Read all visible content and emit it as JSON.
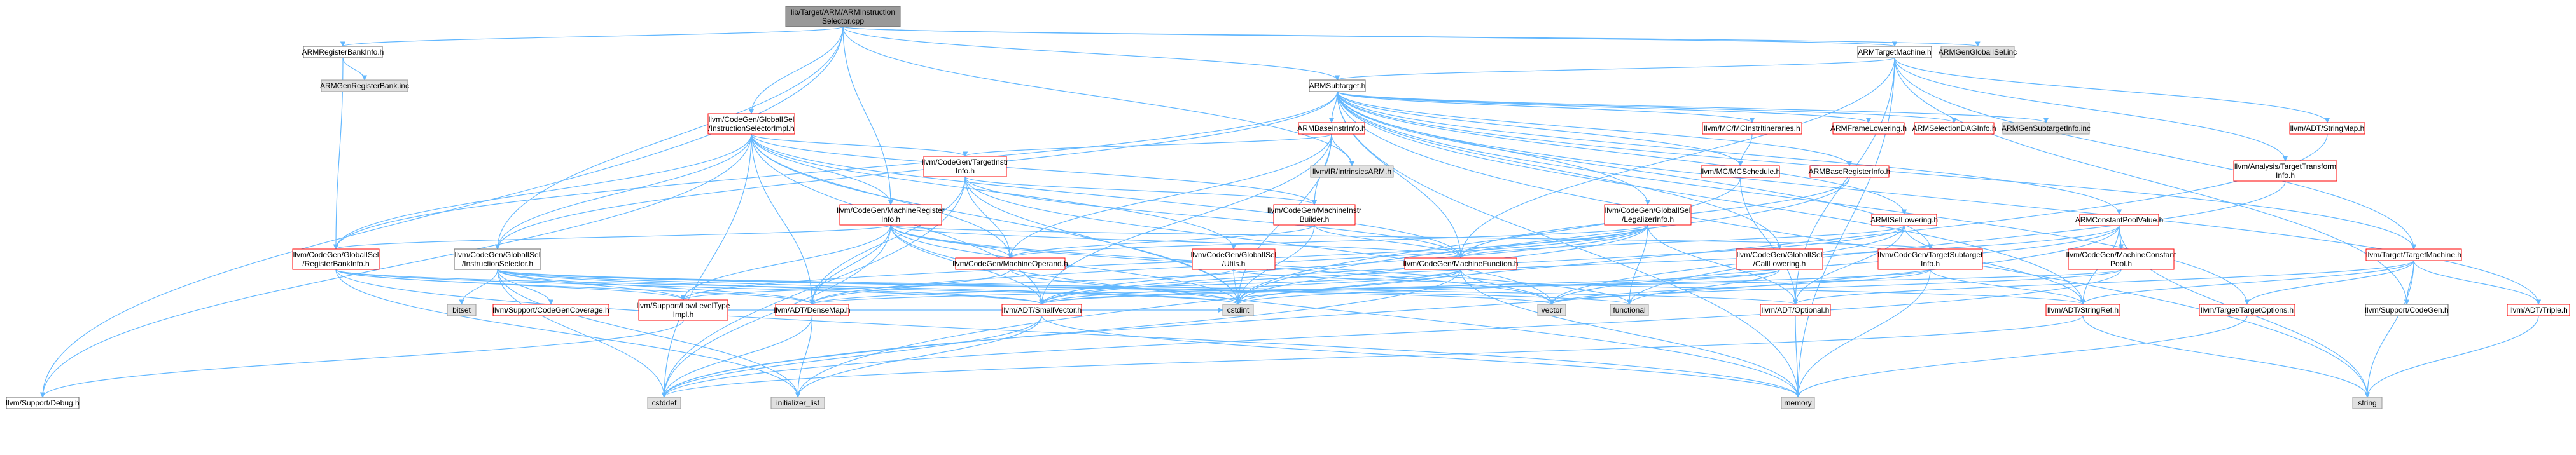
{
  "colors": {
    "edge": "#63b8ff",
    "root_fill": "#999999",
    "existing_border": "#666666",
    "incomplete_border": "#ff0000",
    "missing_fill": "#e0e0e0"
  },
  "nodes": [
    {
      "id": "root",
      "lines": [
        "lib/Target/ARM/ARMInstruction",
        "Selector.cpp"
      ],
      "style": "root"
    },
    {
      "id": "ARMRegisterBankInfo_h",
      "lines": [
        "ARMRegisterBankInfo.h"
      ],
      "style": "black"
    },
    {
      "id": "ARMGenRegisterBank_inc",
      "lines": [
        "ARMGenRegisterBank.inc"
      ],
      "style": "gray"
    },
    {
      "id": "ARMSubtarget_h",
      "lines": [
        "ARMSubtarget.h"
      ],
      "style": "black"
    },
    {
      "id": "ARMTargetMachine_h",
      "lines": [
        "ARMTargetMachine.h"
      ],
      "style": "black"
    },
    {
      "id": "ARMGenGlobalISel_inc",
      "lines": [
        "ARMGenGlobalISel.inc"
      ],
      "style": "gray"
    },
    {
      "id": "InstructionSelectorImpl_h",
      "lines": [
        "llvm/CodeGen/GlobalISel",
        "/InstructionSelectorImpl.h"
      ],
      "style": "red"
    },
    {
      "id": "ARMBaseInstrInfo_h",
      "lines": [
        "ARMBaseInstrInfo.h"
      ],
      "style": "red"
    },
    {
      "id": "TargetInstrInfo_h",
      "lines": [
        "llvm/CodeGen/TargetInstr",
        "Info.h"
      ],
      "style": "red"
    },
    {
      "id": "IntrinsicsARM_h",
      "lines": [
        "llvm/IR/IntrinsicsARM.h"
      ],
      "style": "gray"
    },
    {
      "id": "MCInstrItineraries_h",
      "lines": [
        "llvm/MC/MCInstrItineraries.h"
      ],
      "style": "red"
    },
    {
      "id": "ARMFrameLowering_h",
      "lines": [
        "ARMFrameLowering.h"
      ],
      "style": "red"
    },
    {
      "id": "ARMSelectionDAGInfo_h",
      "lines": [
        "ARMSelectionDAGInfo.h"
      ],
      "style": "red"
    },
    {
      "id": "ARMGenSubtargetInfo_inc",
      "lines": [
        "ARMGenSubtargetInfo.inc"
      ],
      "style": "gray"
    },
    {
      "id": "StringMap_h",
      "lines": [
        "llvm/ADT/StringMap.h"
      ],
      "style": "red"
    },
    {
      "id": "MCSchedule_h",
      "lines": [
        "llvm/MC/MCSchedule.h"
      ],
      "style": "red"
    },
    {
      "id": "ARMBaseRegisterInfo_h",
      "lines": [
        "ARMBaseRegisterInfo.h"
      ],
      "style": "red"
    },
    {
      "id": "AnalysisTTI_h",
      "lines": [
        "llvm/Analysis/TargetTransform",
        "Info.h"
      ],
      "style": "red"
    },
    {
      "id": "MachineRegisterInfo_h",
      "lines": [
        "llvm/CodeGen/MachineRegister",
        "Info.h"
      ],
      "style": "red"
    },
    {
      "id": "MachineInstrBuilder_h",
      "lines": [
        "llvm/CodeGen/MachineInstr",
        "Builder.h"
      ],
      "style": "red"
    },
    {
      "id": "LegalizerInfo_h",
      "lines": [
        "llvm/CodeGen/GlobalISel",
        "/LegalizerInfo.h"
      ],
      "style": "red"
    },
    {
      "id": "ARMISelLowering_h",
      "lines": [
        "ARMISelLowering.h"
      ],
      "style": "red"
    },
    {
      "id": "ARMConstantPoolValue_h",
      "lines": [
        "ARMConstantPoolValue.h"
      ],
      "style": "red"
    },
    {
      "id": "TargetMachine_h",
      "lines": [
        "llvm/Target/TargetMachine.h"
      ],
      "style": "red"
    },
    {
      "id": "RegisterBankInfo_h",
      "lines": [
        "llvm/CodeGen/GlobalISel",
        "/RegisterBankInfo.h"
      ],
      "style": "red"
    },
    {
      "id": "InstructionSelector_h",
      "lines": [
        "llvm/CodeGen/GlobalISel",
        "/InstructionSelector.h"
      ],
      "style": "black"
    },
    {
      "id": "MachineOperand_h",
      "lines": [
        "llvm/CodeGen/MachineOperand.h"
      ],
      "style": "red"
    },
    {
      "id": "GISelUtils_h",
      "lines": [
        "llvm/CodeGen/GlobalISel",
        "/Utils.h"
      ],
      "style": "red"
    },
    {
      "id": "MachineFunction_h",
      "lines": [
        "llvm/CodeGen/MachineFunction.h"
      ],
      "style": "red"
    },
    {
      "id": "CallLowering_h",
      "lines": [
        "llvm/CodeGen/GlobalISel",
        "/CallLowering.h"
      ],
      "style": "red"
    },
    {
      "id": "TargetSubtargetInfo_h",
      "lines": [
        "llvm/CodeGen/TargetSubtarget",
        "Info.h"
      ],
      "style": "red"
    },
    {
      "id": "MachineConstantPool_h",
      "lines": [
        "llvm/CodeGen/MachineConstant",
        "Pool.h"
      ],
      "style": "red"
    },
    {
      "id": "bitset",
      "lines": [
        "bitset"
      ],
      "style": "gray"
    },
    {
      "id": "CodeGenCoverage_h",
      "lines": [
        "llvm/Support/CodeGenCoverage.h"
      ],
      "style": "red"
    },
    {
      "id": "LowLevelTypeImpl_h",
      "lines": [
        "llvm/Support/LowLevelType",
        "Impl.h"
      ],
      "style": "red"
    },
    {
      "id": "DenseMap_h",
      "lines": [
        "llvm/ADT/DenseMap.h"
      ],
      "style": "red"
    },
    {
      "id": "SmallVector_h",
      "lines": [
        "llvm/ADT/SmallVector.h"
      ],
      "style": "red"
    },
    {
      "id": "cstdint",
      "lines": [
        "cstdint"
      ],
      "style": "gray"
    },
    {
      "id": "vector",
      "lines": [
        "vector"
      ],
      "style": "gray"
    },
    {
      "id": "functional",
      "lines": [
        "functional"
      ],
      "style": "gray"
    },
    {
      "id": "Optional_h",
      "lines": [
        "llvm/ADT/Optional.h"
      ],
      "style": "red"
    },
    {
      "id": "StringRef_h",
      "lines": [
        "llvm/ADT/StringRef.h"
      ],
      "style": "red"
    },
    {
      "id": "TargetOptions_h",
      "lines": [
        "llvm/Target/TargetOptions.h"
      ],
      "style": "red"
    },
    {
      "id": "SupportCodeGen_h",
      "lines": [
        "llvm/Support/CodeGen.h"
      ],
      "style": "black"
    },
    {
      "id": "Triple_h",
      "lines": [
        "llvm/ADT/Triple.h"
      ],
      "style": "red"
    },
    {
      "id": "Debug_h",
      "lines": [
        "llvm/Support/Debug.h"
      ],
      "style": "black"
    },
    {
      "id": "cstddef",
      "lines": [
        "cstddef"
      ],
      "style": "gray"
    },
    {
      "id": "initializer_list",
      "lines": [
        "initializer_list"
      ],
      "style": "gray"
    },
    {
      "id": "memory",
      "lines": [
        "memory"
      ],
      "style": "gray"
    },
    {
      "id": "string",
      "lines": [
        "string"
      ],
      "style": "gray"
    }
  ],
  "edges": [
    [
      "root",
      "ARMRegisterBankInfo_h"
    ],
    [
      "root",
      "ARMSubtarget_h"
    ],
    [
      "root",
      "ARMTargetMachine_h"
    ],
    [
      "root",
      "ARMGenGlobalISel_inc"
    ],
    [
      "root",
      "InstructionSelectorImpl_h"
    ],
    [
      "root",
      "InstructionSelector_h"
    ],
    [
      "root",
      "MachineRegisterInfo_h"
    ],
    [
      "root",
      "IntrinsicsARM_h"
    ],
    [
      "root",
      "Debug_h"
    ],
    [
      "ARMRegisterBankInfo_h",
      "ARMGenRegisterBank_inc"
    ],
    [
      "ARMRegisterBankInfo_h",
      "RegisterBankInfo_h"
    ],
    [
      "ARMTargetMachine_h",
      "ARMSubtarget_h"
    ],
    [
      "ARMTargetMachine_h",
      "StringMap_h"
    ],
    [
      "ARMTargetMachine_h",
      "AnalysisTTI_h"
    ],
    [
      "ARMTargetMachine_h",
      "TargetMachine_h"
    ],
    [
      "ARMTargetMachine_h",
      "MachineFunction_h"
    ],
    [
      "ARMTargetMachine_h",
      "SupportCodeGen_h"
    ],
    [
      "ARMTargetMachine_h",
      "Optional_h"
    ],
    [
      "ARMTargetMachine_h",
      "memory"
    ],
    [
      "ARMSubtarget_h",
      "ARMBaseInstrInfo_h"
    ],
    [
      "ARMSubtarget_h",
      "MCInstrItineraries_h"
    ],
    [
      "ARMSubtarget_h",
      "ARMFrameLowering_h"
    ],
    [
      "ARMSubtarget_h",
      "ARMSelectionDAGInfo_h"
    ],
    [
      "ARMSubtarget_h",
      "ARMGenSubtargetInfo_inc"
    ],
    [
      "ARMSubtarget_h",
      "MCSchedule_h"
    ],
    [
      "ARMSubtarget_h",
      "ARMBaseRegisterInfo_h"
    ],
    [
      "ARMSubtarget_h",
      "ARMISelLowering_h"
    ],
    [
      "ARMSubtarget_h",
      "ARMConstantPoolValue_h"
    ],
    [
      "ARMSubtarget_h",
      "TargetMachine_h"
    ],
    [
      "ARMSubtarget_h",
      "LegalizerInfo_h"
    ],
    [
      "ARMSubtarget_h",
      "CallLowering_h"
    ],
    [
      "ARMSubtarget_h",
      "TargetSubtargetInfo_h"
    ],
    [
      "ARMSubtarget_h",
      "RegisterBankInfo_h"
    ],
    [
      "ARMSubtarget_h",
      "InstructionSelector_h"
    ],
    [
      "ARMSubtarget_h",
      "MachineFunction_h"
    ],
    [
      "ARMSubtarget_h",
      "TargetOptions_h"
    ],
    [
      "ARMSubtarget_h",
      "Triple_h"
    ],
    [
      "ARMSubtarget_h",
      "StringRef_h"
    ],
    [
      "ARMSubtarget_h",
      "memory"
    ],
    [
      "ARMSubtarget_h",
      "string"
    ],
    [
      "InstructionSelectorImpl_h",
      "TargetInstrInfo_h"
    ],
    [
      "InstructionSelectorImpl_h",
      "MachineRegisterInfo_h"
    ],
    [
      "InstructionSelectorImpl_h",
      "MachineInstrBuilder_h"
    ],
    [
      "InstructionSelectorImpl_h",
      "MachineOperand_h"
    ],
    [
      "InstructionSelectorImpl_h",
      "GISelUtils_h"
    ],
    [
      "InstructionSelectorImpl_h",
      "InstructionSelector_h"
    ],
    [
      "InstructionSelectorImpl_h",
      "RegisterBankInfo_h"
    ],
    [
      "InstructionSelectorImpl_h",
      "MachineFunction_h"
    ],
    [
      "InstructionSelectorImpl_h",
      "DenseMap_h"
    ],
    [
      "InstructionSelectorImpl_h",
      "SmallVector_h"
    ],
    [
      "InstructionSelectorImpl_h",
      "Debug_h"
    ],
    [
      "InstructionSelectorImpl_h",
      "cstddef"
    ],
    [
      "InstructionSelectorImpl_h",
      "cstdint"
    ],
    [
      "ARMBaseInstrInfo_h",
      "TargetInstrInfo_h"
    ],
    [
      "ARMBaseInstrInfo_h",
      "MachineInstrBuilder_h"
    ],
    [
      "ARMBaseInstrInfo_h",
      "IntrinsicsARM_h"
    ],
    [
      "ARMBaseInstrInfo_h",
      "MachineOperand_h"
    ],
    [
      "ARMBaseInstrInfo_h",
      "SmallVector_h"
    ],
    [
      "ARMBaseInstrInfo_h",
      "cstdint"
    ],
    [
      "TargetInstrInfo_h",
      "MachineFunction_h"
    ],
    [
      "TargetInstrInfo_h",
      "MachineOperand_h"
    ],
    [
      "TargetInstrInfo_h",
      "MachineInstrBuilder_h"
    ],
    [
      "TargetInstrInfo_h",
      "DenseMap_h"
    ],
    [
      "TargetInstrInfo_h",
      "cstddef"
    ],
    [
      "TargetInstrInfo_h",
      "cstdint"
    ],
    [
      "TargetInstrInfo_h",
      "vector"
    ],
    [
      "MCInstrItineraries_h",
      "MCSchedule_h"
    ],
    [
      "MCSchedule_h",
      "Optional_h"
    ],
    [
      "MCSchedule_h",
      "cstdint"
    ],
    [
      "ARMBaseRegisterInfo_h",
      "MachineFunction_h"
    ],
    [
      "ARMBaseRegisterInfo_h",
      "cstdint"
    ],
    [
      "MachineRegisterInfo_h",
      "MachineFunction_h"
    ],
    [
      "MachineRegisterInfo_h",
      "MachineOperand_h"
    ],
    [
      "MachineRegisterInfo_h",
      "RegisterBankInfo_h"
    ],
    [
      "MachineRegisterInfo_h",
      "LowLevelTypeImpl_h"
    ],
    [
      "MachineRegisterInfo_h",
      "DenseMap_h"
    ],
    [
      "MachineRegisterInfo_h",
      "SmallVector_h"
    ],
    [
      "MachineRegisterInfo_h",
      "TargetSubtargetInfo_h"
    ],
    [
      "MachineRegisterInfo_h",
      "cstddef"
    ],
    [
      "MachineRegisterInfo_h",
      "cstdint"
    ],
    [
      "MachineRegisterInfo_h",
      "vector"
    ],
    [
      "MachineRegisterInfo_h",
      "functional"
    ],
    [
      "MachineRegisterInfo_h",
      "memory"
    ],
    [
      "MachineInstrBuilder_h",
      "MachineFunction_h"
    ],
    [
      "MachineInstrBuilder_h",
      "MachineOperand_h"
    ],
    [
      "MachineInstrBuilder_h",
      "cstdint"
    ],
    [
      "LegalizerInfo_h",
      "MachineFunction_h"
    ],
    [
      "LegalizerInfo_h",
      "MachineOperand_h"
    ],
    [
      "LegalizerInfo_h",
      "SmallVector_h"
    ],
    [
      "LegalizerInfo_h",
      "LowLevelTypeImpl_h"
    ],
    [
      "LegalizerInfo_h",
      "DenseMap_h"
    ],
    [
      "LegalizerInfo_h",
      "Optional_h"
    ],
    [
      "LegalizerInfo_h",
      "cstdint"
    ],
    [
      "LegalizerInfo_h",
      "functional"
    ],
    [
      "ARMISelLowering_h",
      "MachineFunction_h"
    ],
    [
      "ARMISelLowering_h",
      "SmallVector_h"
    ],
    [
      "ARMISelLowering_h",
      "StringRef_h"
    ],
    [
      "ARMISelLowering_h",
      "Optional_h"
    ],
    [
      "ARMISelLowering_h",
      "vector"
    ],
    [
      "ARMConstantPoolValue_h",
      "MachineConstantPool_h"
    ],
    [
      "ARMConstantPoolValue_h",
      "StringRef_h"
    ],
    [
      "ARMConstantPoolValue_h",
      "SmallVector_h"
    ],
    [
      "ARMConstantPoolValue_h",
      "cstddef"
    ],
    [
      "ARMConstantPoolValue_h",
      "vector"
    ],
    [
      "ARMConstantPoolValue_h",
      "string"
    ],
    [
      "AnalysisTTI_h",
      "functional"
    ],
    [
      "TargetMachine_h",
      "StringRef_h"
    ],
    [
      "TargetMachine_h",
      "Triple_h"
    ],
    [
      "TargetMachine_h",
      "SupportCodeGen_h"
    ],
    [
      "TargetMachine_h",
      "TargetOptions_h"
    ],
    [
      "TargetMachine_h",
      "Optional_h"
    ],
    [
      "TargetMachine_h",
      "string"
    ],
    [
      "RegisterBankInfo_h",
      "SmallVector_h"
    ],
    [
      "RegisterBankInfo_h",
      "LowLevelTypeImpl_h"
    ],
    [
      "RegisterBankInfo_h",
      "DenseMap_h"
    ],
    [
      "RegisterBankInfo_h",
      "cstdint"
    ],
    [
      "RegisterBankInfo_h",
      "initializer_list"
    ],
    [
      "RegisterBankInfo_h",
      "memory"
    ],
    [
      "InstructionSelector_h",
      "bitset"
    ],
    [
      "InstructionSelector_h",
      "CodeGenCoverage_h"
    ],
    [
      "InstructionSelector_h",
      "LowLevelTypeImpl_h"
    ],
    [
      "InstructionSelector_h",
      "DenseMap_h"
    ],
    [
      "InstructionSelector_h",
      "SmallVector_h"
    ],
    [
      "InstructionSelector_h",
      "Optional_h"
    ],
    [
      "InstructionSelector_h",
      "cstddef"
    ],
    [
      "InstructionSelector_h",
      "cstdint"
    ],
    [
      "InstructionSelector_h",
      "functional"
    ],
    [
      "InstructionSelector_h",
      "initializer_list"
    ],
    [
      "InstructionSelector_h",
      "vector"
    ],
    [
      "MachineOperand_h",
      "DenseMap_h"
    ],
    [
      "MachineOperand_h",
      "cstdint"
    ],
    [
      "GISelUtils_h",
      "LowLevelTypeImpl_h"
    ],
    [
      "GISelUtils_h",
      "StringRef_h"
    ],
    [
      "GISelUtils_h",
      "cstdint"
    ],
    [
      "MachineFunction_h",
      "DenseMap_h"
    ],
    [
      "MachineFunction_h",
      "SmallVector_h"
    ],
    [
      "MachineFunction_h",
      "cstddef"
    ],
    [
      "MachineFunction_h",
      "cstdint"
    ],
    [
      "MachineFunction_h",
      "memory"
    ],
    [
      "MachineFunction_h",
      "vector"
    ],
    [
      "CallLowering_h",
      "SmallVector_h"
    ],
    [
      "CallLowering_h",
      "cstdint"
    ],
    [
      "CallLowering_h",
      "functional"
    ],
    [
      "TargetSubtargetInfo_h",
      "SmallVector_h"
    ],
    [
      "TargetSubtargetInfo_h",
      "StringRef_h"
    ],
    [
      "TargetSubtargetInfo_h",
      "memory"
    ],
    [
      "TargetSubtargetInfo_h",
      "vector"
    ],
    [
      "MachineConstantPool_h",
      "DenseMap_h"
    ],
    [
      "MachineConstantPool_h",
      "cstddef"
    ],
    [
      "MachineConstantPool_h",
      "vector"
    ],
    [
      "LowLevelTypeImpl_h",
      "Debug_h"
    ],
    [
      "LowLevelTypeImpl_h",
      "cstdint"
    ],
    [
      "DenseMap_h",
      "cstddef"
    ],
    [
      "DenseMap_h",
      "initializer_list"
    ],
    [
      "SmallVector_h",
      "cstddef"
    ],
    [
      "SmallVector_h",
      "initializer_list"
    ],
    [
      "SmallVector_h",
      "memory"
    ],
    [
      "Optional_h",
      "memory"
    ],
    [
      "StringRef_h",
      "string"
    ],
    [
      "StringRef_h",
      "cstddef"
    ],
    [
      "StringMap_h",
      "initializer_list"
    ],
    [
      "TargetOptions_h",
      "memory"
    ],
    [
      "Triple_h",
      "string"
    ]
  ]
}
